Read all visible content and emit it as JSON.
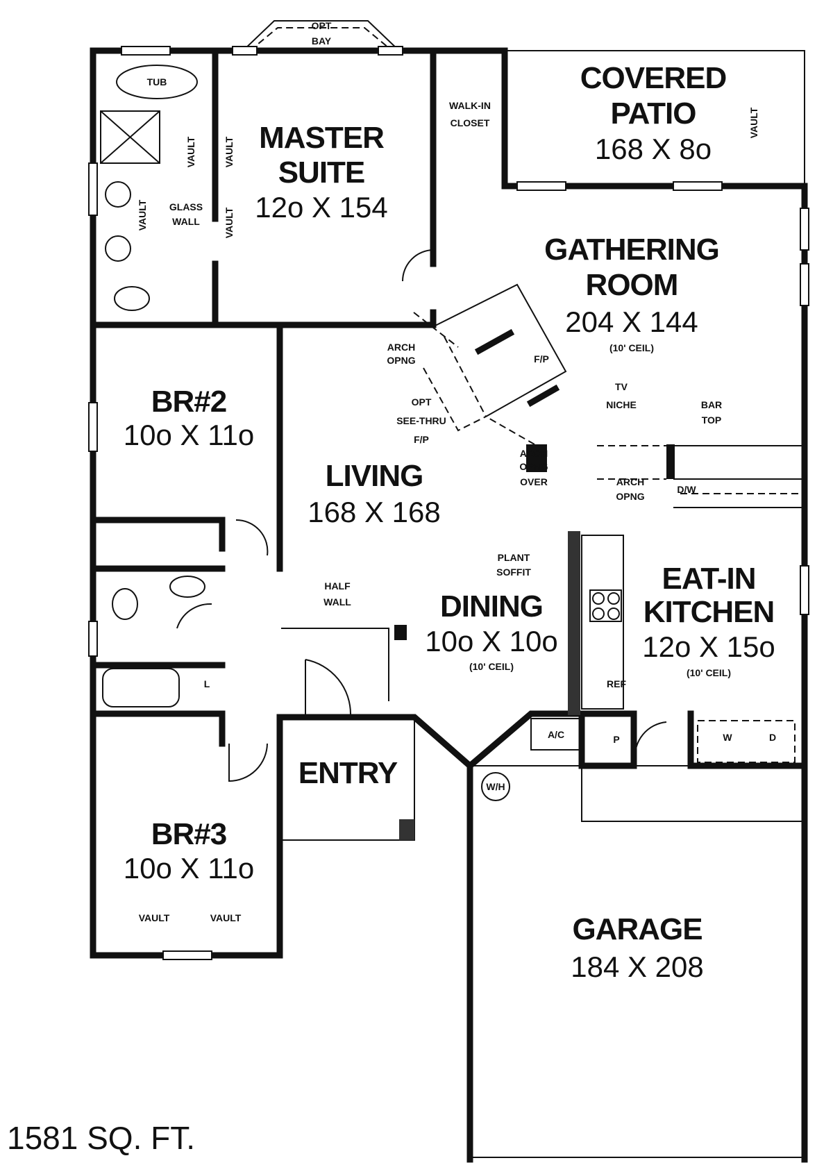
{
  "rooms": {
    "master_suite": {
      "name1": "MASTER",
      "name2": "SUITE",
      "dims": "12o X 154"
    },
    "covered_patio": {
      "name1": "COVERED",
      "name2": "PATIO",
      "dims": "168 X 8o"
    },
    "gathering_room": {
      "name1": "GATHERING",
      "name2": "ROOM",
      "dims": "204 X 144",
      "ceiling": "(10' CEIL)"
    },
    "br2": {
      "name": "BR#2",
      "dims": "10o X 11o"
    },
    "living": {
      "name": "LIVING",
      "dims": "168 X 168"
    },
    "dining": {
      "name": "DINING",
      "dims": "10o X 10o",
      "ceiling": "(10' CEIL)"
    },
    "kitchen": {
      "name1": "EAT-IN",
      "name2": "KITCHEN",
      "dims": "12o X 15o",
      "ceiling": "(10' CEIL)"
    },
    "entry": {
      "name": "ENTRY"
    },
    "br3": {
      "name": "BR#3",
      "dims": "10o X 11o"
    },
    "garage": {
      "name": "GARAGE",
      "dims": "184 X 208"
    }
  },
  "labels": {
    "opt": "OPT",
    "bay": "BAY",
    "tub": "TUB",
    "walk_in": "WALK-IN",
    "closet": "CLOSET",
    "glass": "GLASS",
    "wall": "WALL",
    "vault": "VAULT",
    "arch": "ARCH",
    "opng": "OPNG",
    "over": "OVER",
    "fp": "F/P",
    "see_thru": "SEE-THRU",
    "tv": "TV",
    "niche": "NICHE",
    "bar": "BAR",
    "top": "TOP",
    "dw": "D/W",
    "plant": "PLANT",
    "soffit": "SOFFIT",
    "half": "HALF",
    "ref": "REF",
    "ac": "A/C",
    "p": "P",
    "w": "W",
    "d": "D",
    "wh": "W/H",
    "l": "L"
  },
  "area": "1581 SQ. FT."
}
